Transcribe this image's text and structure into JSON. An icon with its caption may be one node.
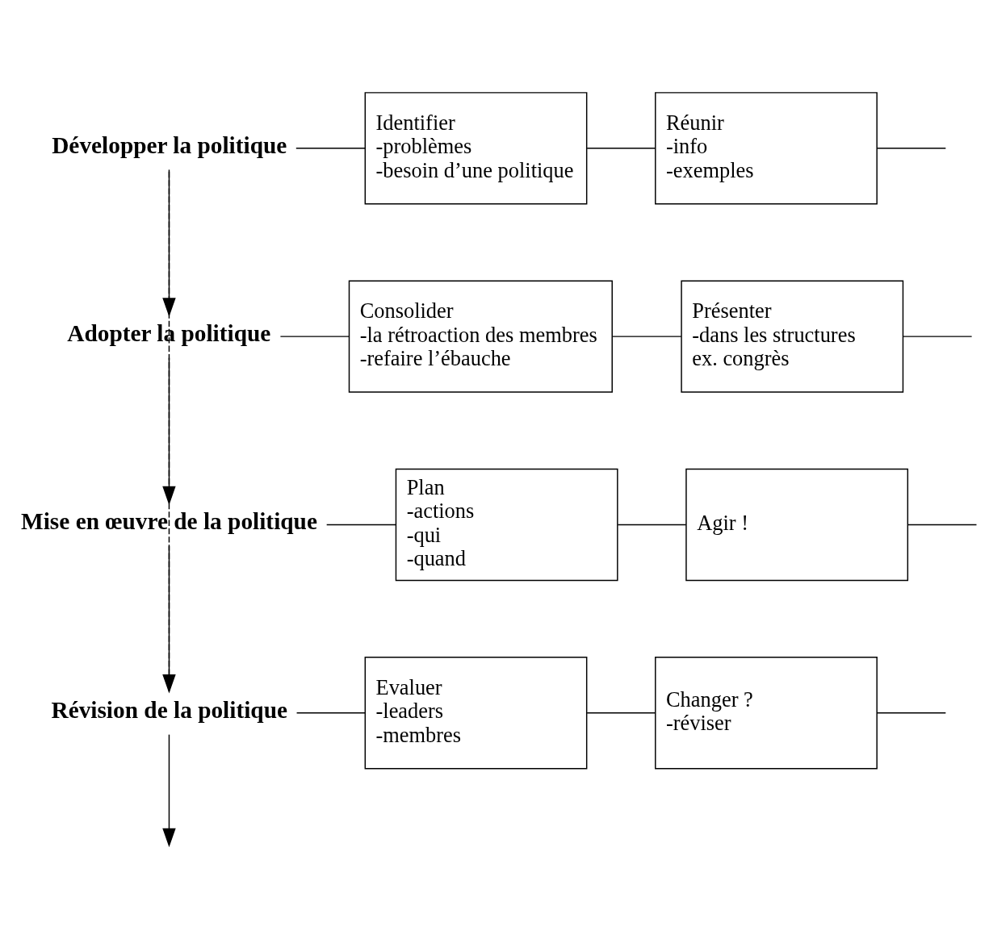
{
  "diagram": {
    "nodes": [
      {
        "text": [
          "Développer la politique"
        ]
      },
      {
        "text": [
          "Identifier",
          "-problèmes",
          "-besoin d’une politique"
        ]
      },
      {
        "text": [
          "Réunir",
          "-info",
          "-exemples"
        ]
      },
      {
        "text": [
          "Adopter la politique"
        ]
      },
      {
        "text": [
          "Consolider",
          "-la rétroaction des membres",
          "-refaire l’ébauche"
        ]
      },
      {
        "text": [
          "Présenter",
          "-dans les structures",
          "ex. congrès"
        ]
      },
      {
        "text": [
          "Mise en œuvre de la politique"
        ]
      },
      {
        "text": [
          "Plan",
          "-actions",
          "-qui",
          "-quand"
        ]
      },
      {
        "text": [
          "Agir !"
        ]
      },
      {
        "text": [
          "Révision de la politique"
        ]
      },
      {
        "text": [
          "Evaluer",
          "-leaders",
          "-membres"
        ]
      },
      {
        "text": [
          "Changer ?",
          "-réviser"
        ]
      }
    ],
    "edges": [
      {
        "from": 0,
        "to": 3,
        "arrow": "to"
      },
      {
        "from": 3,
        "to": 6,
        "arrow": "to"
      },
      {
        "from": 6,
        "to": 9,
        "arrow": "to"
      },
      {
        "from": 9,
        "to": null,
        "arrow": "to"
      },
      {
        "from": 0,
        "to": 1,
        "arrow": "none"
      },
      {
        "from": 1,
        "to": 2,
        "arrow": "none"
      },
      {
        "from": 2,
        "to": null,
        "arrow": "none"
      },
      {
        "from": 3,
        "to": 4,
        "arrow": "none"
      },
      {
        "from": 4,
        "to": 5,
        "arrow": "none"
      },
      {
        "from": 5,
        "to": null,
        "arrow": "none"
      },
      {
        "from": 6,
        "to": 7,
        "arrow": "none"
      },
      {
        "from": 7,
        "to": 8,
        "arrow": "none"
      },
      {
        "from": 8,
        "to": null,
        "arrow": "none"
      },
      {
        "from": 9,
        "to": 10,
        "arrow": "none"
      },
      {
        "from": 10,
        "to": 11,
        "arrow": "none"
      },
      {
        "from": 11,
        "to": null,
        "arrow": "none"
      },
      {
        "from": 9,
        "to": 0,
        "arrow": "none",
        "style": "dashed"
      }
    ]
  }
}
